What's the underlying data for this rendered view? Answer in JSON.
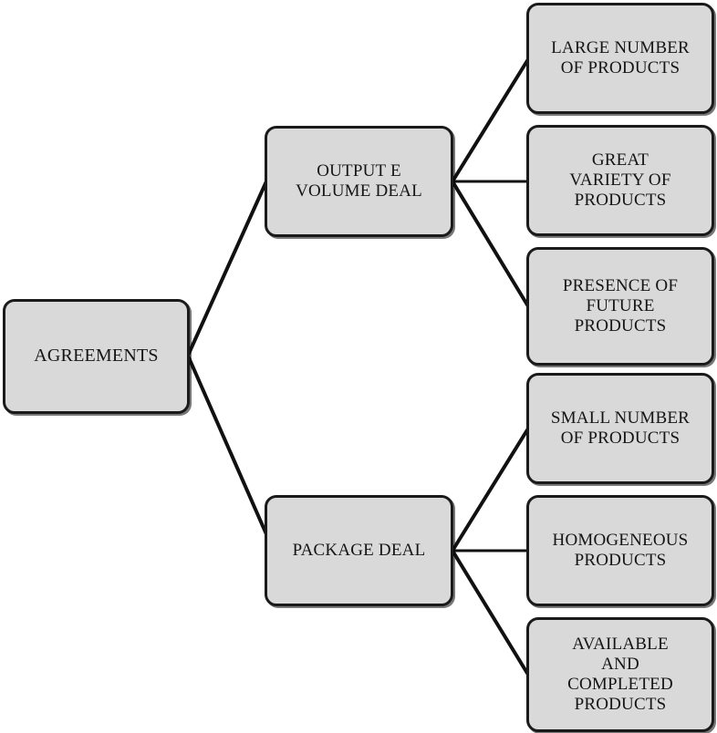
{
  "diagram": {
    "title": "AGREEMENTS",
    "style": {
      "node_fill": "#d9d9d9",
      "node_border": "#1a1a1a",
      "connector_color": "#111111",
      "background": "#ffffff",
      "text_color": "#151515"
    },
    "root": {
      "id": "agreements",
      "label": "AGREEMENTS"
    },
    "branches": [
      {
        "id": "output-volume-deal",
        "label": "OUTPUT E\nVOLUME DEAL",
        "children": [
          {
            "id": "large-number",
            "label": "LARGE NUMBER\nOF PRODUCTS"
          },
          {
            "id": "great-variety",
            "label": "GREAT\nVARIETY OF\nPRODUCTS"
          },
          {
            "id": "presence-future",
            "label": "PRESENCE OF\nFUTURE\nPRODUCTS"
          }
        ]
      },
      {
        "id": "package-deal",
        "label": "PACKAGE DEAL",
        "children": [
          {
            "id": "small-number",
            "label": "SMALL NUMBER\nOF PRODUCTS"
          },
          {
            "id": "homogeneous",
            "label": "HOMOGENEOUS\nPRODUCTS"
          },
          {
            "id": "available-completed",
            "label": "AVAILABLE\nAND\nCOMPLETED\nPRODUCTS"
          }
        ]
      }
    ],
    "connectors": [
      {
        "id": "agreements-to-output",
        "from": "agreements",
        "to": "output-volume-deal"
      },
      {
        "id": "agreements-to-package",
        "from": "agreements",
        "to": "package-deal"
      },
      {
        "id": "output-to-large",
        "from": "output-volume-deal",
        "to": "large-number"
      },
      {
        "id": "output-to-variety",
        "from": "output-volume-deal",
        "to": "great-variety"
      },
      {
        "id": "output-to-future",
        "from": "output-volume-deal",
        "to": "presence-future"
      },
      {
        "id": "package-to-small",
        "from": "package-deal",
        "to": "small-number"
      },
      {
        "id": "package-to-homogeneous",
        "from": "package-deal",
        "to": "homogeneous"
      },
      {
        "id": "package-to-available",
        "from": "package-deal",
        "to": "available-completed"
      }
    ]
  }
}
